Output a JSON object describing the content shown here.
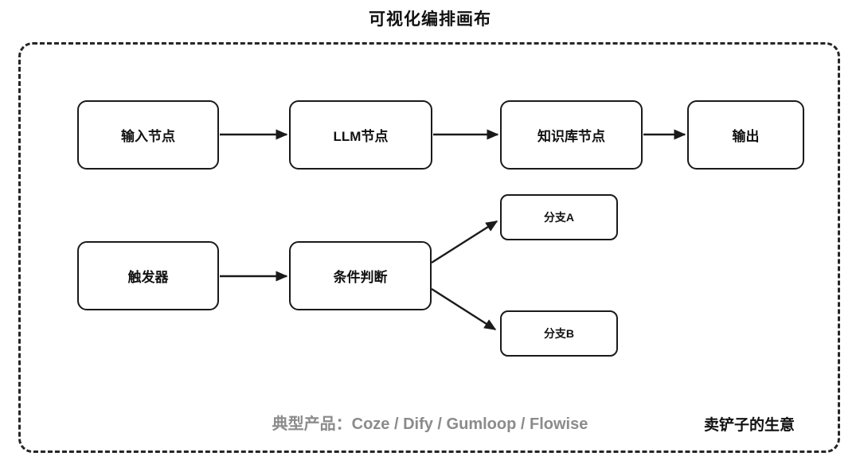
{
  "title": "可视化编排画布",
  "diagram": {
    "nodes": [
      {
        "id": "input-node",
        "label": "输入节点"
      },
      {
        "id": "llm-node",
        "label": "LLM节点"
      },
      {
        "id": "knowledge-node",
        "label": "知识库节点"
      },
      {
        "id": "output-node",
        "label": "输出"
      },
      {
        "id": "trigger-node",
        "label": "触发器"
      },
      {
        "id": "condition-node",
        "label": "条件判断"
      },
      {
        "id": "branch-a-node",
        "label": "分支A"
      },
      {
        "id": "branch-b-node",
        "label": "分支B"
      }
    ],
    "edges": [
      {
        "from": "输入节点",
        "to": "LLM节点"
      },
      {
        "from": "LLM节点",
        "to": "知识库节点"
      },
      {
        "from": "知识库节点",
        "to": "输出"
      },
      {
        "from": "触发器",
        "to": "条件判断"
      },
      {
        "from": "条件判断",
        "to": "分支A"
      },
      {
        "from": "条件判断",
        "to": "分支B"
      }
    ]
  },
  "footer": {
    "products": "典型产品：Coze / Dify / Gumloop / Flowise",
    "note": "卖铲子的生意"
  },
  "colors": {
    "stroke": "#1a1a1a",
    "node_fill": "#ffffff",
    "muted_text": "#8b8b8b",
    "text": "#111111"
  }
}
